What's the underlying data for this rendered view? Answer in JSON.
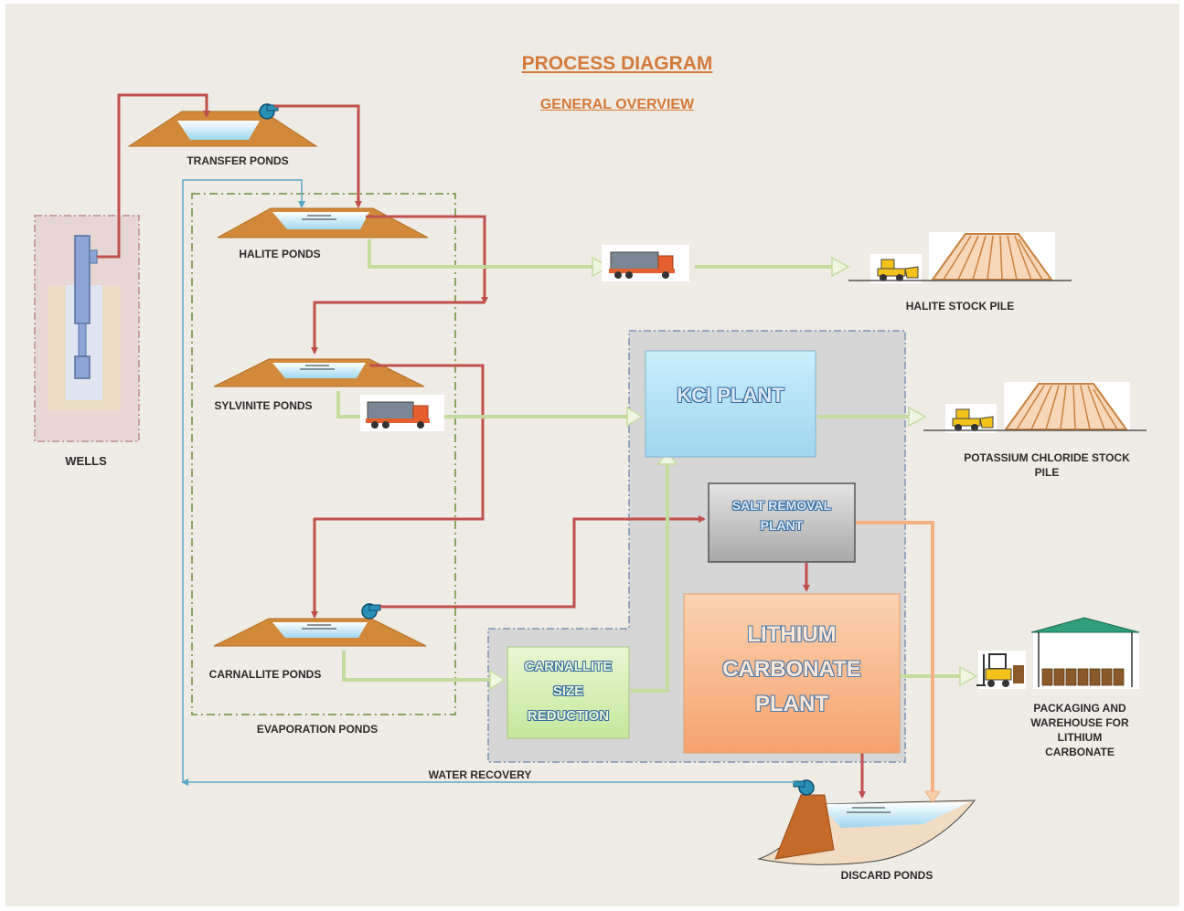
{
  "title": "PROCESS DIAGRAM",
  "subtitle": "GENERAL OVERVIEW",
  "labels": {
    "wells": "WELLS",
    "transfer_ponds": "TRANSFER PONDS",
    "halite_ponds": "HALITE PONDS",
    "sylvinite_ponds": "SYLVINITE PONDS",
    "carnallite_ponds": "CARNALLITE PONDS",
    "evaporation_ponds": "EVAPORATION PONDS",
    "water_recovery": "WATER RECOVERY",
    "discard_ponds": "DISCARD PONDS",
    "halite_stock_pile": "HALITE STOCK PILE",
    "potassium_chloride_stock_pile": "POTASSIUM CHLORIDE STOCK PILE",
    "packaging_warehouse": "PACKAGING AND WAREHOUSE FOR LITHIUM CARBONATE"
  },
  "plants": {
    "kcl_plant": "KCl PLANT",
    "salt_removal_plant": "SALT REMOVAL PLANT",
    "lithium_carbonate_plant": "LITHIUM CARBONATE PLANT",
    "carnallite_size_reduction": "CARNALLITE SIZE REDUCTION"
  },
  "icons": [
    "pump-icon",
    "dump-truck-icon",
    "loader-icon",
    "forklift-icon",
    "stock-pile-icon",
    "warehouse-icon",
    "well-icon"
  ],
  "colors": {
    "brine_flow": "#c0504d",
    "solids_flow": "#c5dca0",
    "water_recovery": "#5aa7c8",
    "waste_flow": "#f4b183",
    "title": "#d47a3a",
    "kcl_plant": "#b3e0f2",
    "salt_removal_plant": "#bfbfbf",
    "lithium_plant": "#f8b98a",
    "size_reduction": "#d9f0b8"
  }
}
